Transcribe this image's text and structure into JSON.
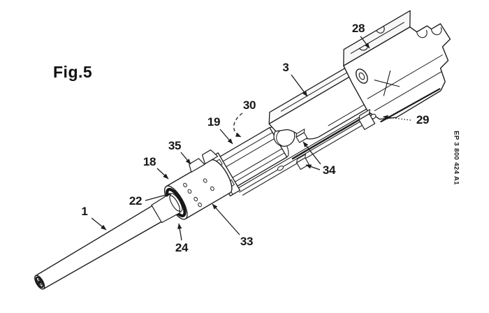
{
  "figure_label": "Fig.5",
  "patent_number": "EP 3 800 424 A1",
  "reference_numerals": {
    "r1": "1",
    "r3": "3",
    "r18": "18",
    "r19": "19",
    "r22": "22",
    "r24": "24",
    "r28": "28",
    "r29": "29",
    "r30": "30",
    "r33": "33",
    "r34": "34",
    "r35": "35"
  },
  "drawing": {
    "description": "Perspective patent line drawing of a barrel and receiver assembly",
    "line_color": "#1c1c1c",
    "background_color": "#ffffff"
  }
}
